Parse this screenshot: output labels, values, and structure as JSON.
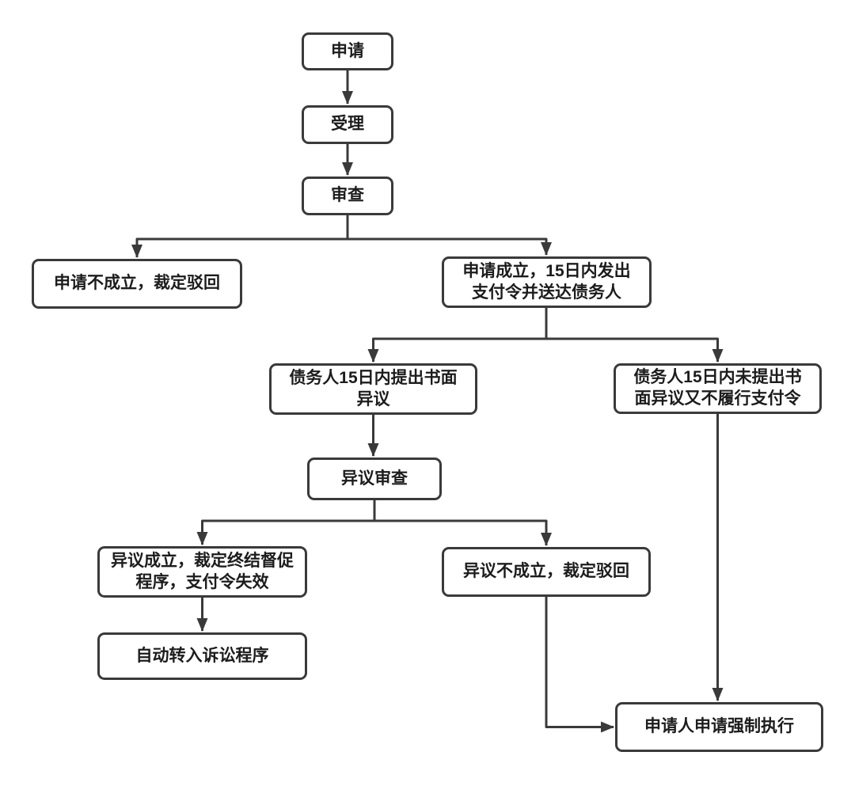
{
  "flowchart": {
    "background_color": "#ffffff",
    "line_color": "#3a3a3a",
    "text_color": "#1c1c1c",
    "node_fill_color": "#ffffff",
    "nodes": [
      {
        "id": "apply",
        "lines": [
          "申请"
        ]
      },
      {
        "id": "accept",
        "lines": [
          "受理"
        ]
      },
      {
        "id": "review",
        "lines": [
          "审查"
        ]
      },
      {
        "id": "application-rejected",
        "lines": [
          "申请不成立，裁定驳回"
        ]
      },
      {
        "id": "application-established",
        "lines": [
          "申请成立，15日内发出",
          "支付令并送达债务人"
        ]
      },
      {
        "id": "debtor-objection",
        "lines": [
          "债务人15日内提出书面",
          "异议"
        ]
      },
      {
        "id": "debtor-no-objection",
        "lines": [
          "债务人15日内未提出书",
          "面异议又不履行支付令"
        ]
      },
      {
        "id": "objection-review",
        "lines": [
          "异议审查"
        ]
      },
      {
        "id": "objection-established",
        "lines": [
          "异议成立，裁定终结督促",
          "程序，支付令失效"
        ]
      },
      {
        "id": "objection-rejected",
        "lines": [
          "异议不成立，裁定驳回"
        ]
      },
      {
        "id": "litigation",
        "lines": [
          "自动转入诉讼程序"
        ]
      },
      {
        "id": "enforcement",
        "lines": [
          "申请人申请强制执行"
        ]
      }
    ],
    "edges": [
      {
        "from": "apply",
        "to": "accept"
      },
      {
        "from": "accept",
        "to": "review"
      },
      {
        "from": "review",
        "to": "application-rejected"
      },
      {
        "from": "review",
        "to": "application-established"
      },
      {
        "from": "application-established",
        "to": "debtor-objection"
      },
      {
        "from": "application-established",
        "to": "debtor-no-objection"
      },
      {
        "from": "debtor-objection",
        "to": "objection-review"
      },
      {
        "from": "objection-review",
        "to": "objection-established"
      },
      {
        "from": "objection-review",
        "to": "objection-rejected"
      },
      {
        "from": "objection-established",
        "to": "litigation"
      },
      {
        "from": "debtor-no-objection",
        "to": "enforcement"
      },
      {
        "from": "objection-rejected",
        "to": "enforcement"
      }
    ]
  }
}
